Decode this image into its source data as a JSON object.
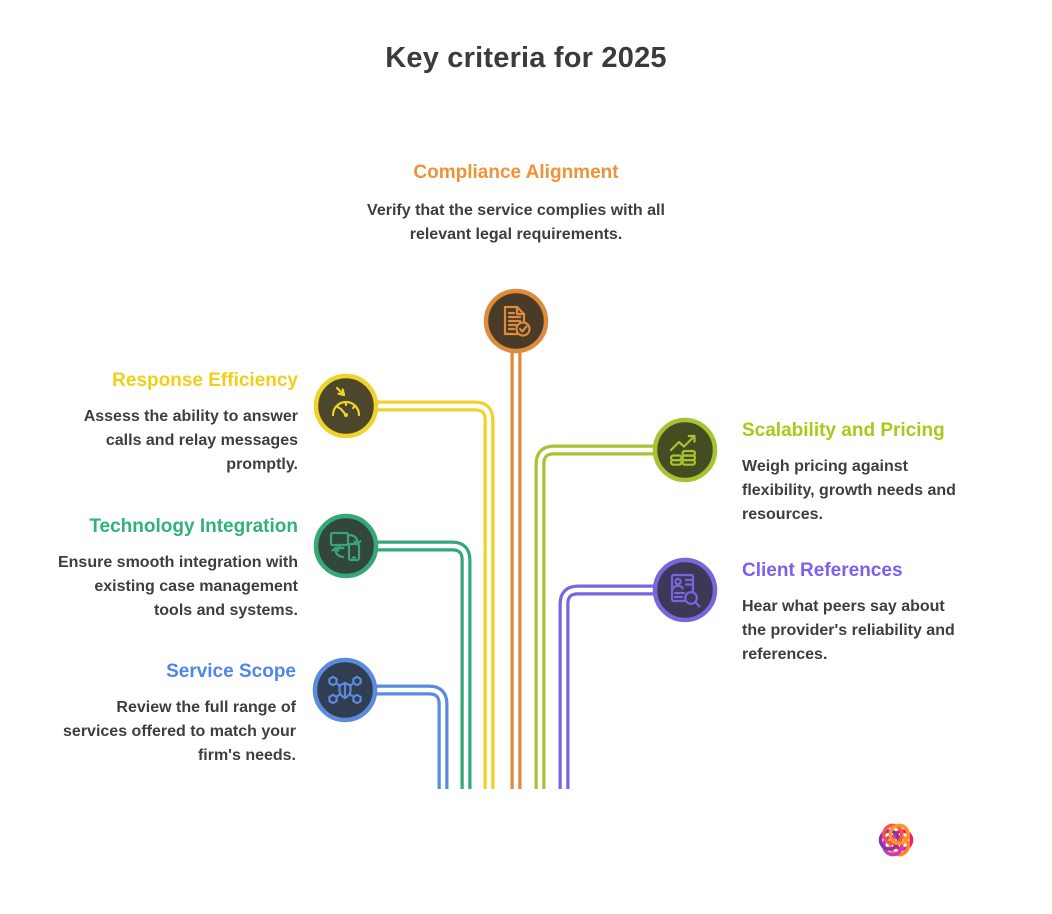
{
  "title": "Key criteria for 2025",
  "sections": {
    "compliance": {
      "heading": "Compliance Alignment",
      "body": "Verify that the service complies with all relevant legal requirements.",
      "color": "#F09238",
      "icon": "document-check-icon"
    },
    "response": {
      "heading": "Response Efficiency",
      "body": "Assess the ability to answer calls and relay messages promptly.",
      "color": "#F2CE16",
      "icon": "speedometer-icon"
    },
    "technology": {
      "heading": "Technology Integration",
      "body": "Ensure smooth integration with existing case management tools and systems.",
      "color": "#2FB37A",
      "icon": "device-sync-icon"
    },
    "service": {
      "heading": "Service Scope",
      "body": "Review the full range of services offered to match your firm's needs.",
      "color": "#4E86EC",
      "icon": "network-shield-icon"
    },
    "scalability": {
      "heading": "Scalability and Pricing",
      "body": "Weigh pricing against flexibility, growth needs and resources.",
      "color": "#A9C918",
      "icon": "growth-coins-icon"
    },
    "client": {
      "heading": "Client References",
      "body": "Hear what peers say about the provider's reliability and references.",
      "color": "#7D5FF0",
      "icon": "resume-search-icon"
    }
  },
  "branding": {
    "logo": "napkin-logo"
  }
}
